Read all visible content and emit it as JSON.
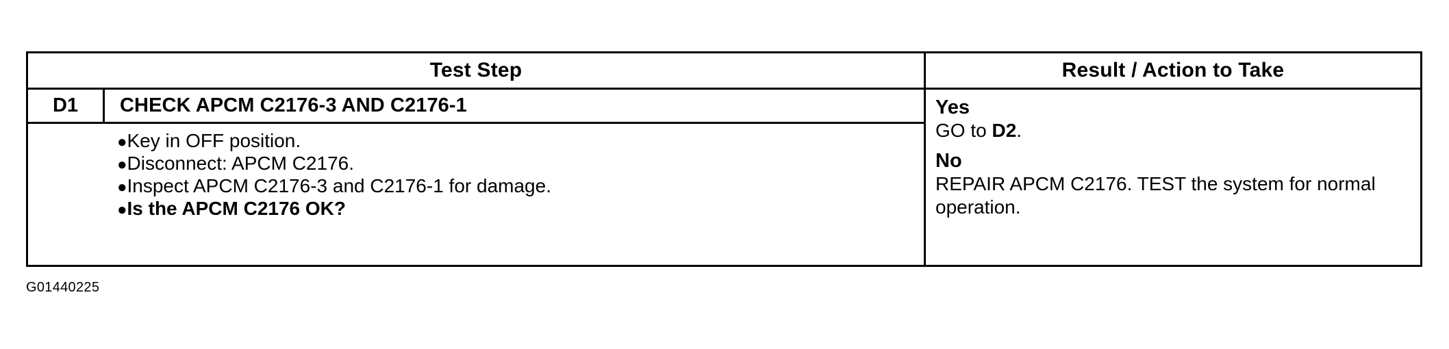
{
  "document": {
    "code": "G01440225"
  },
  "table": {
    "headers": {
      "test_step": "Test Step",
      "result_action": "Result / Action to Take"
    },
    "step": {
      "id": "D1",
      "title": "CHECK APCM C2176-3 AND C2176-1",
      "bullets": [
        {
          "text": "Key in OFF position.",
          "bold": false,
          "marker": "bullet-dot"
        },
        {
          "text": "Disconnect: APCM C2176.",
          "bold": false,
          "marker": "bullet-dot"
        },
        {
          "text": "Inspect APCM C2176-3 and C2176-1 for damage.",
          "bold": false,
          "marker": "bullet-dot"
        },
        {
          "text": "Is the APCM C2176 OK?",
          "bold": true,
          "marker": "bullet-dot"
        }
      ]
    },
    "results": [
      {
        "label": "Yes",
        "detail_prefix": "GO to ",
        "detail_bold": "D2",
        "detail_suffix": "."
      },
      {
        "label": "No",
        "detail_prefix": "REPAIR APCM C2176. TEST the system for normal operation.",
        "detail_bold": "",
        "detail_suffix": ""
      }
    ]
  },
  "colors": {
    "ink": "#000000",
    "paper": "#ffffff"
  }
}
